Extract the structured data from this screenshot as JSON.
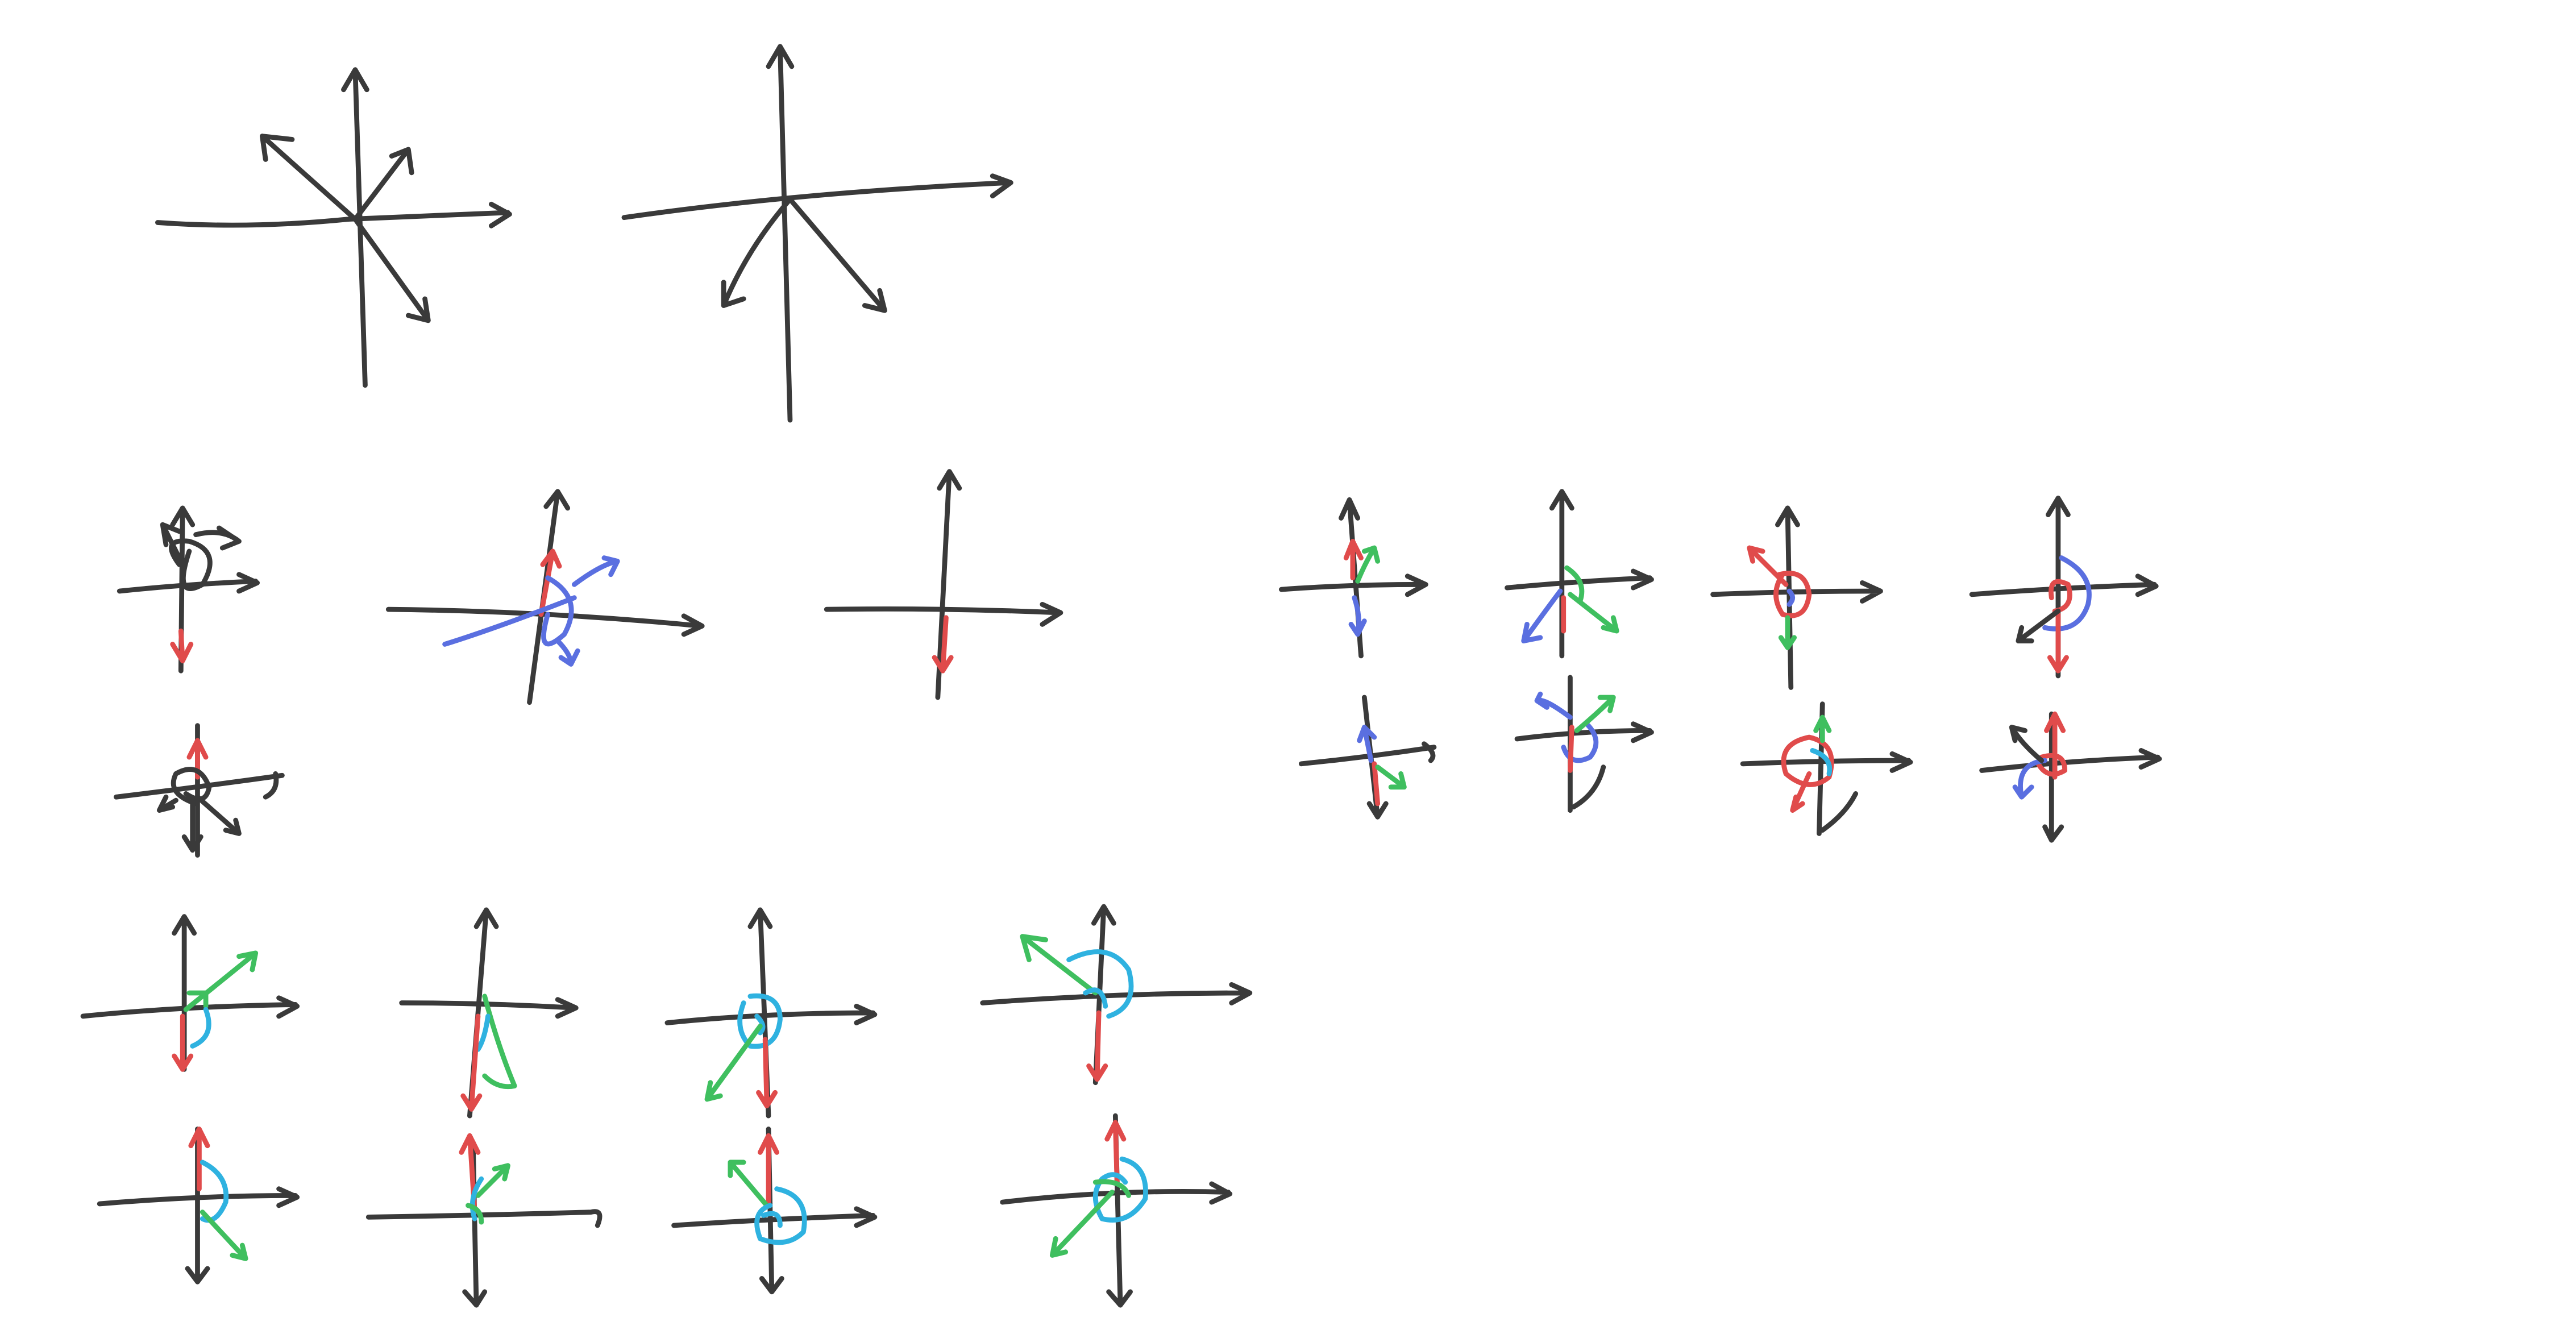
{
  "canvas": {
    "background": "#ffffff"
  },
  "stroke_colors": {
    "axis": "#3a3a3a",
    "red": "#e04b4b",
    "green": "#3fbf5f",
    "blue": "#5a6fe0",
    "cyan": "#2fb2e0"
  },
  "sketches": [
    {
      "group": "top",
      "kind": "axes-with-diagonal-vectors",
      "color_keys": [
        "axis"
      ]
    },
    {
      "group": "top",
      "kind": "axes-with-diagonal-vectors",
      "color_keys": [
        "axis"
      ]
    },
    {
      "group": "middle-left",
      "kind": "axes-with-rotation-arrows",
      "color_keys": [
        "axis",
        "red"
      ]
    },
    {
      "group": "middle-left",
      "kind": "axes-with-rotation-arrows",
      "color_keys": [
        "axis",
        "red",
        "blue"
      ]
    },
    {
      "group": "middle-left",
      "kind": "axes-with-vector",
      "color_keys": [
        "axis",
        "red"
      ]
    },
    {
      "group": "middle-left",
      "kind": "axes-with-rotation-arrows",
      "color_keys": [
        "axis",
        "red"
      ]
    },
    {
      "group": "right-grid",
      "kind": "axes-with-rotation-arrows",
      "color_keys": [
        "axis",
        "red",
        "green",
        "blue"
      ]
    },
    {
      "group": "bottom-grid",
      "kind": "axes-with-rotation-arrows",
      "color_keys": [
        "axis",
        "red",
        "green",
        "cyan"
      ]
    }
  ]
}
